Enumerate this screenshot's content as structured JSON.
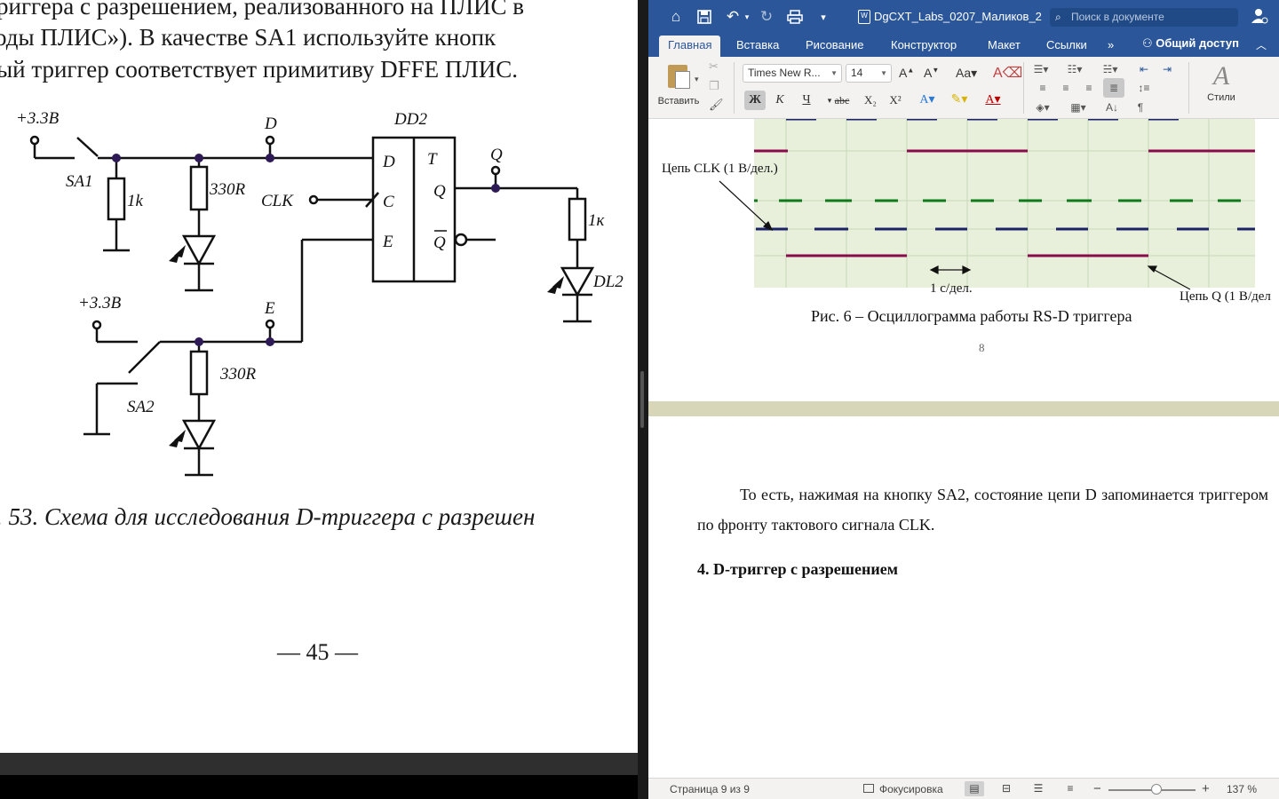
{
  "pdf": {
    "line1": "риггера с разрешением, реализованного на ПЛИС в",
    "line2": "оды ПЛИС»). В качестве SA1 используйте кнопк",
    "line3": "ый триггер соответствует примитиву DFFE ПЛИС.",
    "schematic": {
      "v1": "+3.3В",
      "sa1": "SA1",
      "r1": "1k",
      "r2": "330R",
      "d_label": "D",
      "dd2": "DD2",
      "pin_d": "D",
      "pin_t": "T",
      "pin_c": "C",
      "pin_q": "Q",
      "pin_e": "E",
      "pin_qbar": "Q",
      "clk": "CLK",
      "q_label": "Q",
      "r3": "1к",
      "dl2": "DL2",
      "v2": "+3.3В",
      "e_label": "E",
      "r4": "330R",
      "sa2": "SA2"
    },
    "caption": ". 53. Схема для исследования D-триггера с разрешен",
    "page_number": "— 45 —"
  },
  "word": {
    "doc_title": "DgCXT_Labs_0207_Маликов_2",
    "doc_icon": "W",
    "search_placeholder": "Поиск в документе",
    "tabs": [
      {
        "label": "Главная",
        "active": true
      },
      {
        "label": "Вставка"
      },
      {
        "label": "Рисование"
      },
      {
        "label": "Конструктор"
      },
      {
        "label": "Макет"
      },
      {
        "label": "Ссылки"
      }
    ],
    "tabs_more": "»",
    "share_label": "Общий доступ",
    "ribbon": {
      "paste_label": "Вставить",
      "font_name": "Times New R...",
      "font_size": "14",
      "bold": "Ж",
      "italic": "К",
      "underline": "Ч",
      "strike": "abc",
      "subscript": "X₂",
      "superscript": "X²",
      "styles_label": "Стили"
    },
    "document": {
      "clk_label": "Цепь CLK (1 В/дел.)",
      "time_label": "1 с/дел.",
      "q_label": "Цепь Q (1 В/дел",
      "figure_caption": "Рис. 6 – Осциллограмма работы RS-D триггера",
      "page_number": "8",
      "paragraph": "То есть, нажимая на кнопку SA2, состояние цепи D запоминается триггером по фронту тактового сигнала CLK.",
      "heading": "4. D-триггер с разрешением"
    },
    "status": {
      "page": "Страница 9 из 9",
      "focus": "Фокусировка",
      "zoom": "137 %"
    },
    "colors": {
      "accent": "#2b579a",
      "ribbon_bg": "#f3f2f1",
      "page_gap": "#d7d6b8"
    }
  }
}
